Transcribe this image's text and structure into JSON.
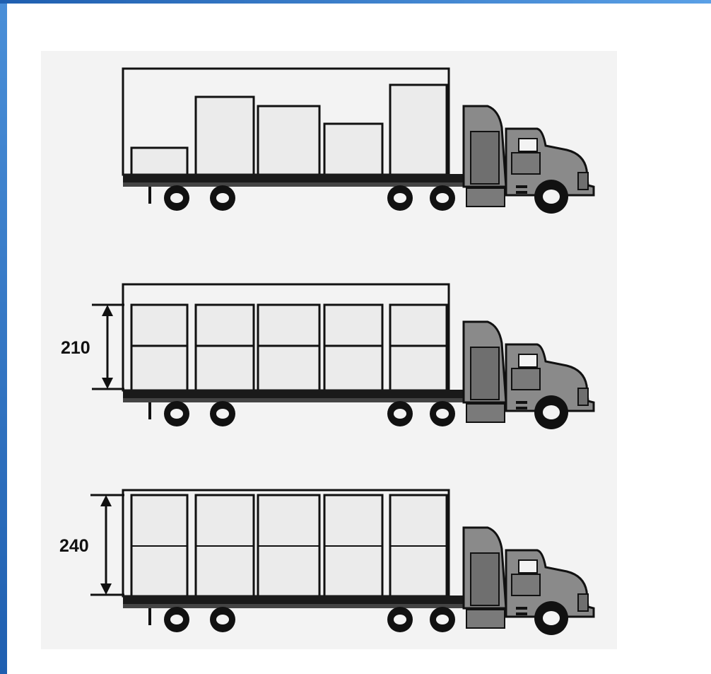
{
  "trucks": [
    {
      "id": "truck-mixed-loads",
      "cargo": "mixed"
    },
    {
      "id": "truck-210",
      "cargo": "stacked",
      "height_label": "210"
    },
    {
      "id": "truck-240",
      "cargo": "stacked",
      "height_label": "240"
    }
  ],
  "colors": {
    "accent_blue": "#2a6cc4",
    "cab_fill": "#8a8a8a",
    "cargo_fill": "#ebebeb",
    "outline": "#111111"
  }
}
